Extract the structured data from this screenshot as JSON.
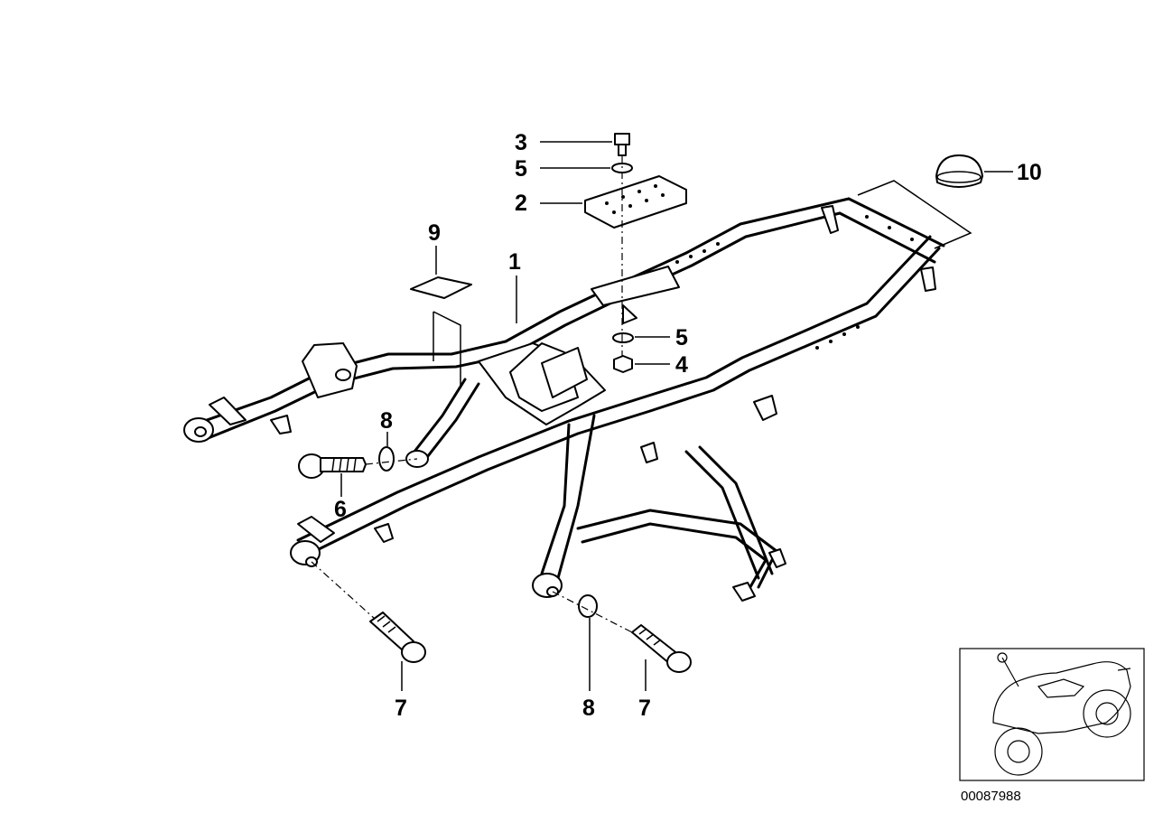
{
  "callouts": [
    {
      "key": "c1",
      "label": "1"
    },
    {
      "key": "c2",
      "label": "2"
    },
    {
      "key": "c3",
      "label": "3"
    },
    {
      "key": "c4",
      "label": "4"
    },
    {
      "key": "c5a",
      "label": "5"
    },
    {
      "key": "c5b",
      "label": "5"
    },
    {
      "key": "c6",
      "label": "6"
    },
    {
      "key": "c7a",
      "label": "7"
    },
    {
      "key": "c7b",
      "label": "7"
    },
    {
      "key": "c8a",
      "label": "8"
    },
    {
      "key": "c8b",
      "label": "8"
    },
    {
      "key": "c9",
      "label": "9"
    },
    {
      "key": "c10",
      "label": "10"
    }
  ],
  "diagram_code": "00087988"
}
